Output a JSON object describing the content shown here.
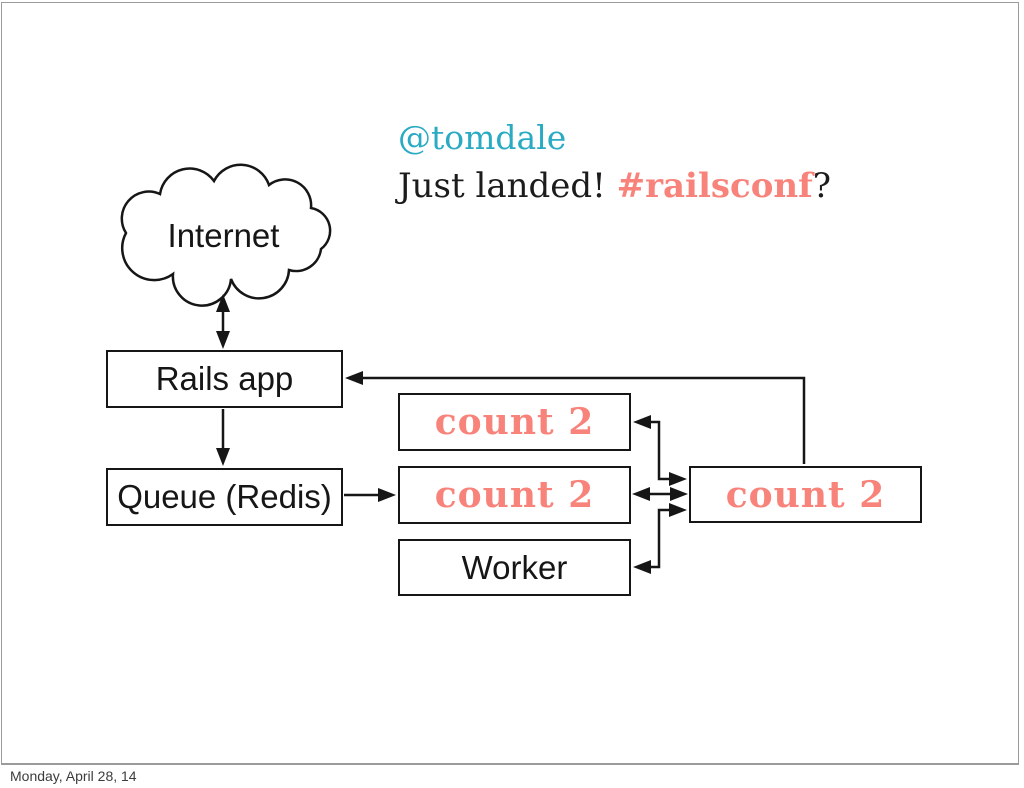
{
  "slide": {
    "tweet": {
      "handle": "@tomdale",
      "message_prefix": "Just landed! ",
      "hashtag": "#railsconf",
      "message_suffix": "?"
    },
    "nodes": {
      "internet": "Internet",
      "rails": "Rails app",
      "queue": "Queue (Redis)",
      "count_top": "count 2",
      "count_mid": "count 2",
      "worker": "Worker",
      "count_right": "count 2"
    },
    "edges": [
      {
        "from": "Internet",
        "to": "Rails app",
        "direction": "both"
      },
      {
        "from": "Rails app",
        "to": "Queue (Redis)",
        "direction": "one-way"
      },
      {
        "from": "Queue (Redis)",
        "to": "count 2 (middle)",
        "direction": "one-way"
      },
      {
        "from": "count 2 (top)",
        "to": "count 2 (right)",
        "direction": "both"
      },
      {
        "from": "count 2 (middle)",
        "to": "count 2 (right)",
        "direction": "both"
      },
      {
        "from": "Worker",
        "to": "count 2 (right)",
        "direction": "both"
      },
      {
        "from": "count 2 (right)",
        "to": "Rails app",
        "direction": "one-way"
      }
    ],
    "colors": {
      "teal": "#2aaac3",
      "salmon": "#f8837b",
      "line": "#161616",
      "slide_border": "#9b9b9b"
    }
  },
  "footer": {
    "date": "Monday, April 28, 14"
  }
}
